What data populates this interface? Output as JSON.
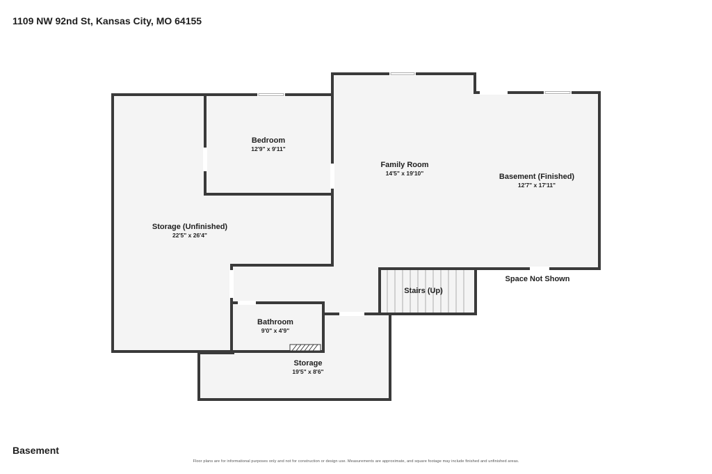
{
  "header": {
    "address": "1109 NW 92nd St, Kansas City, MO 64155"
  },
  "footer": {
    "floor_label": "Basement",
    "disclaimer": "Floor plans are for informational purposes only and not for construction or design use. Measurements are approximate, and square footage may include finished and unfinished areas."
  },
  "rooms": {
    "bedroom": {
      "name": "Bedroom",
      "dims": "12'9\" x 9'11\""
    },
    "family_room": {
      "name": "Family Room",
      "dims": "14'5\" x 19'10\""
    },
    "basement_finished": {
      "name": "Basement (Finished)",
      "dims": "12'7\" x 17'11\""
    },
    "storage_unfinished": {
      "name": "Storage (Unfinished)",
      "dims": "22'5\" x 26'4\""
    },
    "stairs": {
      "name": "Stairs (Up)"
    },
    "bathroom": {
      "name": "Bathroom",
      "dims": "9'0\" x 4'9\""
    },
    "storage": {
      "name": "Storage",
      "dims": "19'5\" x 8'6\""
    }
  },
  "annotations": {
    "space_not_shown": "Space Not Shown"
  },
  "colors": {
    "wall": "#3a3a3a",
    "floor": "#f4f4f4",
    "text": "#1e1e1e"
  }
}
